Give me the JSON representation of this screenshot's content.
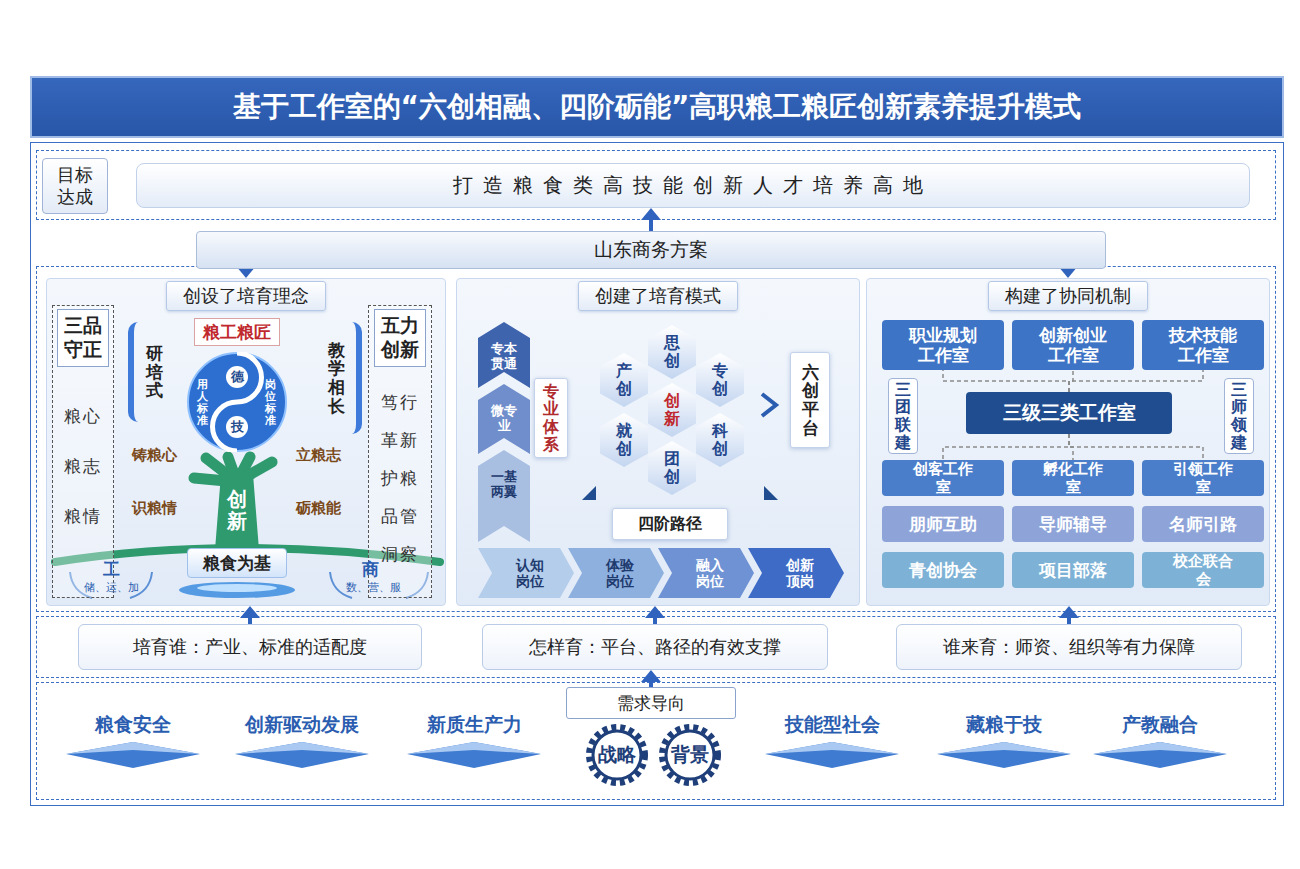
{
  "diagram": {
    "title": "基于工作室的“六创相融、四阶砺能”高职粮工粮匠创新素养提升模式",
    "nodes": [
      {
        "text": [
          "目标达成"
        ]
      },
      {
        "text": [
          "打造粮食类高技能创新人才培养高地"
        ]
      },
      {
        "text": [
          "山东商务方案"
        ]
      },
      {
        "text": [
          "创设了培育理念"
        ]
      },
      {
        "text": [
          "三品守正",
          "粮心 粮志 粮情"
        ],
        "in": 3
      },
      {
        "text": [
          "研培式"
        ],
        "in": 3
      },
      {
        "text": [
          "粮工粮匠"
        ],
        "in": 3
      },
      {
        "text": [
          "用人标准",
          "德",
          "技",
          "岗位标准"
        ],
        "in": 3
      },
      {
        "text": [
          "教学相长"
        ],
        "in": 3
      },
      {
        "text": [
          "五力创新",
          "笃行 革新 护粮 品管 洞察"
        ],
        "in": 3
      },
      {
        "text": [
          "粮食为基"
        ],
        "in": 3
      },
      {
        "text": [
          "创建了培育模式"
        ]
      },
      {
        "text": [
          "专本贯通"
        ],
        "in": 11
      },
      {
        "text": [
          "微专业"
        ],
        "in": 11
      },
      {
        "text": [
          "一基两翼"
        ],
        "in": 11
      },
      {
        "text": [
          "专业体系"
        ],
        "in": 11
      },
      {
        "text": [
          "思创"
        ],
        "in": 11
      },
      {
        "text": [
          "产创"
        ],
        "in": 11
      },
      {
        "text": [
          "创新"
        ],
        "in": 11
      },
      {
        "text": [
          "专创"
        ],
        "in": 11
      },
      {
        "text": [
          "就创"
        ],
        "in": 11
      },
      {
        "text": [
          "科创"
        ],
        "in": 11
      },
      {
        "text": [
          "团创"
        ],
        "in": 11
      },
      {
        "text": [
          "六创平台"
        ],
        "in": 11
      },
      {
        "text": [
          "四阶路径"
        ],
        "in": 11
      },
      {
        "text": [
          "认知岗位"
        ],
        "in": 11
      },
      {
        "text": [
          "体验岗位"
        ],
        "in": 11
      },
      {
        "text": [
          "融入岗位"
        ],
        "in": 11
      },
      {
        "text": [
          "创新顶岗"
        ],
        "in": 11
      },
      {
        "text": [
          "构建了协同机制"
        ]
      },
      {
        "text": [
          "职业规划工作室"
        ],
        "in": 29
      },
      {
        "text": [
          "创新创业工作室"
        ],
        "in": 29
      },
      {
        "text": [
          "技术技能工作室"
        ],
        "in": 29
      },
      {
        "text": [
          "三团联建"
        ],
        "in": 29
      },
      {
        "text": [
          "三级三类工作室"
        ],
        "in": 29
      },
      {
        "text": [
          "三师领建"
        ],
        "in": 29
      },
      {
        "text": [
          "创客工作室"
        ],
        "in": 29
      },
      {
        "text": [
          "孵化工作室"
        ],
        "in": 29
      },
      {
        "text": [
          "引领工作室"
        ],
        "in": 29
      },
      {
        "text": [
          "朋师互助"
        ],
        "in": 29
      },
      {
        "text": [
          "导师辅导"
        ],
        "in": 29
      },
      {
        "text": [
          "名师引路"
        ],
        "in": 29
      },
      {
        "text": [
          "青创协会"
        ],
        "in": 29
      },
      {
        "text": [
          "项目部落"
        ],
        "in": 29
      },
      {
        "text": [
          "校企联合会"
        ],
        "in": 29
      },
      {
        "text": [
          "培育谁：产业、标准的适配度"
        ]
      },
      {
        "text": [
          "怎样育：平台、路径的有效支撑"
        ]
      },
      {
        "text": [
          "谁来育：师资、组织等有力保障"
        ]
      },
      {
        "text": [
          "需求导向"
        ]
      },
      {
        "text": [
          "粮食安全"
        ]
      },
      {
        "text": [
          "创新驱动发展"
        ]
      },
      {
        "text": [
          "新质生产力"
        ]
      },
      {
        "text": [
          "战略"
        ]
      },
      {
        "text": [
          "背景"
        ]
      },
      {
        "text": [
          "技能型社会"
        ]
      },
      {
        "text": [
          "藏粮于技"
        ]
      },
      {
        "text": [
          "产教融合"
        ]
      }
    ],
    "edges": [
      {
        "from": 2,
        "to": 1,
        "arrow": "to"
      },
      {
        "from": 2,
        "to": 3,
        "arrow": "to"
      },
      {
        "from": 2,
        "to": 29,
        "arrow": "to"
      },
      {
        "from": 34,
        "to": 30,
        "arrow": "none"
      },
      {
        "from": 34,
        "to": 31,
        "arrow": "none"
      },
      {
        "from": 34,
        "to": 32,
        "arrow": "none"
      },
      {
        "from": 34,
        "to": 36,
        "arrow": "none"
      },
      {
        "from": 34,
        "to": 37,
        "arrow": "none"
      },
      {
        "from": 34,
        "to": 38,
        "arrow": "none"
      },
      {
        "from": 45,
        "to": 3,
        "arrow": "to"
      },
      {
        "from": 46,
        "to": 11,
        "arrow": "to"
      },
      {
        "from": 47,
        "to": 29,
        "arrow": "to"
      },
      {
        "from": 48,
        "to": 46,
        "arrow": "to"
      }
    ],
    "labels": [
      "铸粮心",
      "立粮志",
      "识粮情",
      "砺粮能",
      "创新",
      "工",
      "储、运、加",
      "商",
      "数、营、服"
    ]
  }
}
